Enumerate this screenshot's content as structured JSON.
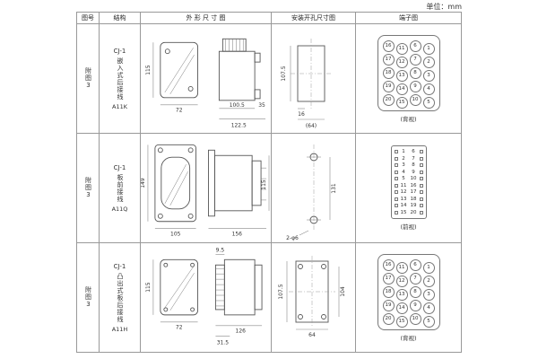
{
  "unit_label": "单位：mm",
  "headers": {
    "fig": "图号",
    "structure": "结构",
    "outline": "外 形 尺 寸 图",
    "mounting": "安装开孔尺寸图",
    "terminal": "端子图"
  },
  "rows": [
    {
      "fig": "附图3",
      "model": "CJ-1",
      "structure_name": "嵌入式后接线",
      "code": "A11K",
      "outline": {
        "d1": "115",
        "d2": "72",
        "d3": "100.5",
        "d4": "122.5",
        "d5": "35"
      },
      "mounting": {
        "d1": "107.5",
        "d2": "16",
        "d3": "(64)"
      },
      "terminal": {
        "view": "(背视)",
        "numbers": [
          [
            16,
            11,
            6,
            1
          ],
          [
            17,
            12,
            7,
            2
          ],
          [
            18,
            13,
            8,
            3
          ],
          [
            19,
            14,
            9,
            4
          ],
          [
            20,
            15,
            10,
            5
          ]
        ]
      }
    },
    {
      "fig": "附图3",
      "model": "CJ-1",
      "structure_name": "板前接线",
      "code": "A11Q",
      "outline": {
        "d1": "149",
        "d2": "105",
        "d3": "156",
        "d4": "115"
      },
      "mounting": {
        "d1": "131",
        "d2": "2-φ6"
      },
      "terminal": {
        "view": "(前视)",
        "pairs": [
          [
            "1",
            "6"
          ],
          [
            "2",
            "7"
          ],
          [
            "3",
            "8"
          ],
          [
            "4",
            "9"
          ],
          [
            "5",
            "10"
          ],
          [
            "11",
            "16"
          ],
          [
            "12",
            "17"
          ],
          [
            "13",
            "18"
          ],
          [
            "14",
            "19"
          ],
          [
            "15",
            "20"
          ]
        ]
      }
    },
    {
      "fig": "附图3",
      "model": "CJ-1",
      "structure_name": "凸出式板后接线",
      "code": "A11H",
      "outline": {
        "d1": "115",
        "d2": "72",
        "d3": "9.5",
        "d4": "126",
        "d5": "31.5"
      },
      "mounting": {
        "d1": "107.5",
        "d2": "104",
        "d3": "64"
      },
      "terminal": {
        "view": "(背视)",
        "numbers": [
          [
            16,
            11,
            6,
            1
          ],
          [
            17,
            12,
            7,
            2
          ],
          [
            18,
            13,
            8,
            3
          ],
          [
            19,
            14,
            9,
            4
          ],
          [
            20,
            15,
            10,
            5
          ]
        ]
      }
    }
  ]
}
